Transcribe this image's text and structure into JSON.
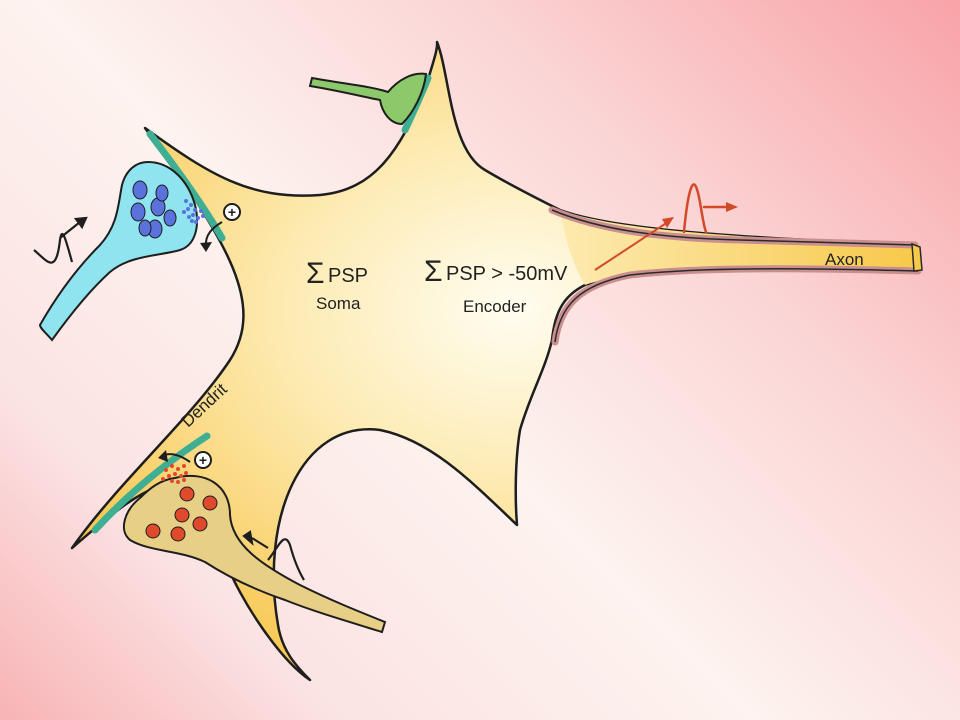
{
  "labels": {
    "soma_sigma": "Σ",
    "soma_psp": "PSP",
    "soma_name": "Soma",
    "encoder_sigma": "Σ",
    "encoder_expr": "PSP > -50mV",
    "encoder_name": "Encoder",
    "axon": "Axon",
    "dendrit": "Dendrit",
    "plus_upper": "+",
    "plus_lower": "+"
  },
  "colors": {
    "soma": "#fbe3a0",
    "soma_edge": "#1e1e1e",
    "axon_fill": "#f7c94a",
    "myelin": "#c98e8e",
    "synapse_membrane": "#3fae93",
    "terminal_cyan": "#8fe4f0",
    "vesicle_blue": "#5b72dd",
    "terminal_green": "#8cc96a",
    "terminal_tan": "#e8cf86",
    "vesicle_red": "#e04a2c",
    "spike_red": "#d24a2a"
  },
  "icons": {
    "upper_plus": "plus-circle-icon",
    "lower_plus": "plus-circle-icon"
  }
}
